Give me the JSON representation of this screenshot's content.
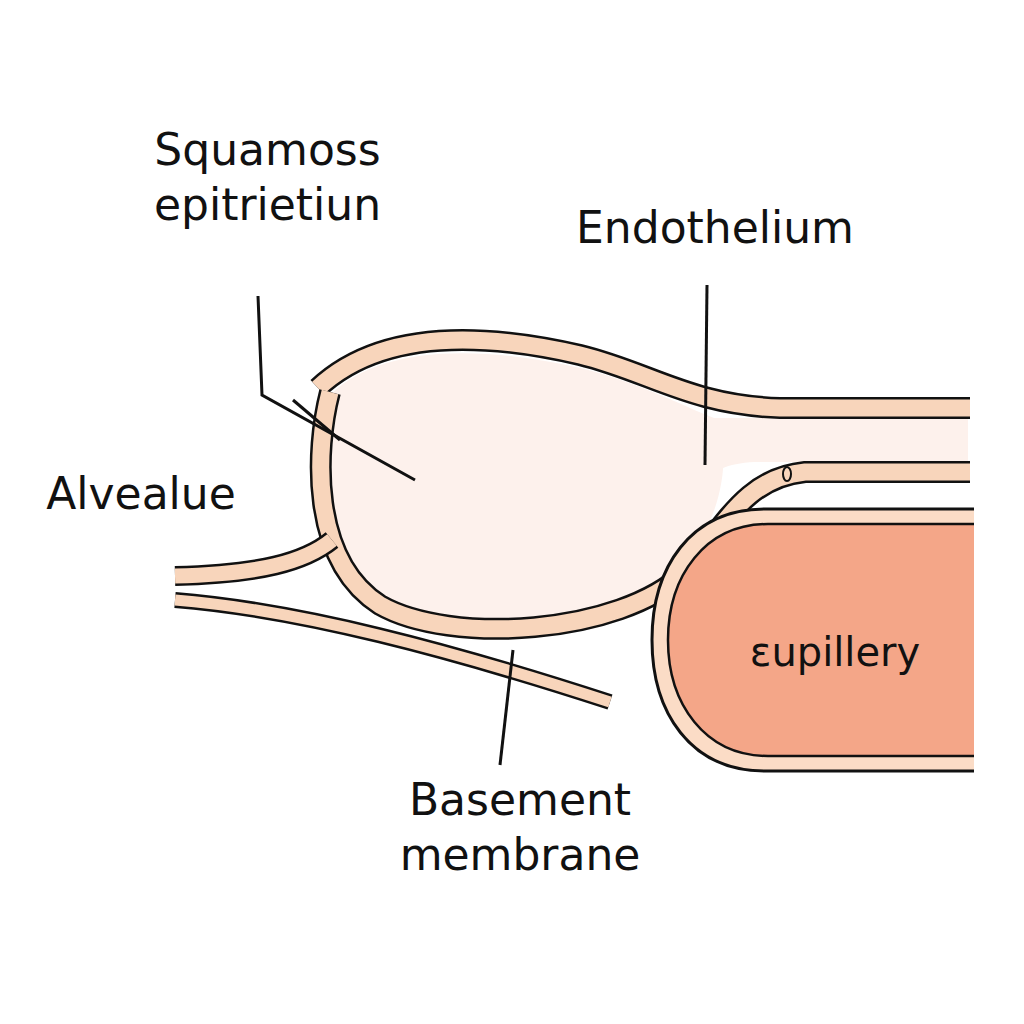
{
  "diagram": {
    "nodes": [
      {
        "text": [
          "ɛupillery"
        ]
      }
    ],
    "labels": [
      "Squamoss epitrietiun",
      "Endothelium",
      "Alvealue",
      "Basement membrane"
    ]
  }
}
